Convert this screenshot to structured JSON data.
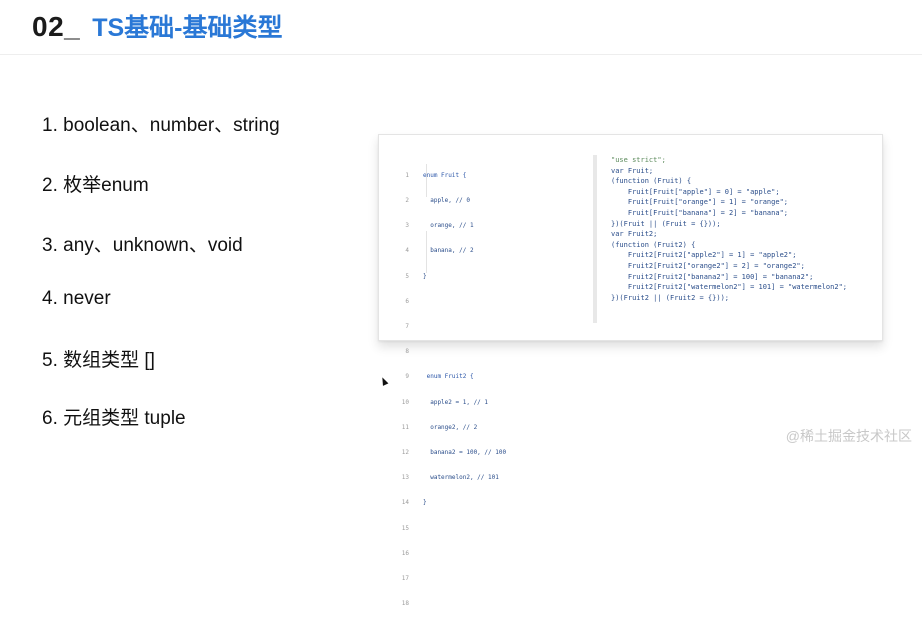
{
  "header": {
    "number": "02_",
    "topic": "TS基础-基础类型"
  },
  "bullets": [
    "1. boolean、number、string",
    "2. 枚举enum",
    "3. any、unknown、void",
    "4. never",
    "5. 数组类型 []",
    "6. 元组类型 tuple"
  ],
  "code_left": {
    "line_numbers": [
      "1",
      "2",
      "3",
      "4",
      "5",
      "6",
      "7",
      "8",
      "9",
      "10",
      "11",
      "12",
      "13",
      "14",
      "15",
      "16",
      "17",
      "18"
    ],
    "lines": [
      "enum Fruit {",
      "  apple, // 0",
      "  orange, // 1",
      "  banana, // 2",
      "}",
      "",
      "",
      "",
      " enum Fruit2 {",
      "  apple2 = 1, // 1",
      "  orange2, // 2",
      "  banana2 = 100, // 100",
      "  watermelon2, // 101",
      "}",
      "",
      "",
      "",
      ""
    ]
  },
  "code_right": {
    "lines": [
      "\"use strict\";",
      "var Fruit;",
      "(function (Fruit) {",
      "    Fruit[Fruit[\"apple\"] = 0] = \"apple\";",
      "    Fruit[Fruit[\"orange\"] = 1] = \"orange\";",
      "    Fruit[Fruit[\"banana\"] = 2] = \"banana\";",
      "})(Fruit || (Fruit = {}));",
      "var Fruit2;",
      "(function (Fruit2) {",
      "    Fruit2[Fruit2[\"apple2\"] = 1] = \"apple2\";",
      "    Fruit2[Fruit2[\"orange2\"] = 2] = \"orange2\";",
      "    Fruit2[Fruit2[\"banana2\"] = 100] = \"banana2\";",
      "    Fruit2[Fruit2[\"watermelon2\"] = 101] = \"watermelon2\";",
      "})(Fruit2 || (Fruit2 = {}));"
    ]
  },
  "watermark": "@稀土掘金技术社区",
  "colors": {
    "accent": "#2a78d6",
    "title": "#1b1b1b",
    "code_keyword": "#2b56a8",
    "code_comment": "#5b8a5b",
    "code_string": "#b3542a"
  }
}
